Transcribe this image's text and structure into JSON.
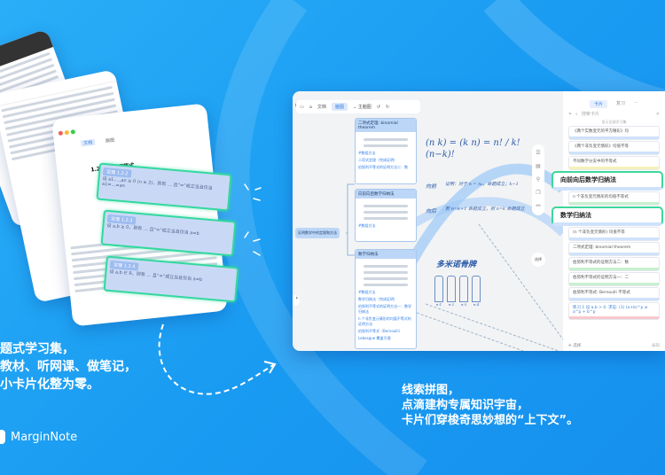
{
  "left_caption": {
    "lines": [
      "题式学习集，",
      "教材、听网课、做笔记，",
      "小卡片化整为零。"
    ]
  },
  "brand": {
    "name": "MarginNote"
  },
  "right_caption": {
    "lines": [
      "线索拼图，",
      "点滴建构专属知识宇宙，",
      "卡片们穿梭奇思妙想的“上下文”。"
    ]
  },
  "tablet": {
    "tabs": [
      "文档",
      "脑图"
    ],
    "section": "1.2.2  均值不等式",
    "highlights": [
      {
        "tag": "定理 1.2.2",
        "text": "设 a1,…,an ≥ 0 (n ≥ 2)，则有 … 且“=”成立当且仅当 a1=…=an"
      },
      {
        "tag": "定理 1.2.3",
        "text": "设 a,b ≥ 0，则有 … 且“=”成立当且仅当 a=b"
      },
      {
        "tag": "定理 1.2.4",
        "text": "设 a,b ∈ R，则有 … 且“=”成立当且仅当 a=b"
      }
    ]
  },
  "window": {
    "toolbar": {
      "doc": "文档",
      "mindmap": "脑图",
      "main_map": "主脑图"
    },
    "root_node": "证明数学中的定理和方法",
    "cards": [
      {
        "title": "二项式定理: binomial theorem",
        "links": [
          "#数组方法",
          "二项式定理（完成证明）",
          "伯努利不等式的证明方法二：数"
        ]
      },
      {
        "title": "向前向后数学归纳法",
        "links": [
          "#数组方法"
        ]
      },
      {
        "title": "数学归纳法",
        "links": [
          "#数组方法",
          "数学归纳法（完成证明）",
          "伯努利不等式的证明方法一：数学归纳法",
          "n 个非负变元情形的均值不等式的证明方法",
          "伯努利不等式（Bernoulli）",
          "Lebesgue 覆盖引理"
        ]
      }
    ],
    "handwriting": {
      "formula": "(n k) = (k n) = n! / k!(n−k)!",
      "label1": "向前",
      "label2": "证明：对于 n = n₀，命题成立；k−1",
      "label3": "向后",
      "label4": "若 n=k+1 命题成立，则 n=k 命题成立",
      "domino": "多米诺骨牌",
      "dominoes": [
        "n-1",
        "n-2",
        "n-3",
        "n-4"
      ]
    },
    "sidebar": {
      "tabs": [
        "卡片",
        "复习"
      ],
      "search_placeholder": "搜索卡片",
      "group": "显示全部学习集",
      "items": [
        {
          "text": "《两个实数变元的平方精彩》均",
          "color": "#cfe2fb"
        },
        {
          "text": "《两个非负变元情形》均值不等",
          "color": "#cfe2fb"
        },
        {
          "text": "不同数学分支中的不等式",
          "color": "#f6f1b9"
        },
        {
          "text": "n 个非负变元情形的均值不等式",
          "color": "#c9f0cf"
        }
      ],
      "items2": [
        {
          "text": "(n 个非负变元情形) 均值不等",
          "color": "#cfe2fb"
        },
        {
          "text": "二项式定理: binomial theorem",
          "color": "#cfe2fb"
        },
        {
          "text": "伯努利不等式的证明方法二：数",
          "color": "#c9f0cf"
        },
        {
          "text": "伯努利不等式的证明方法一：二",
          "color": "#c9f0cf"
        },
        {
          "text": "伯努利不等式: Bernoulli 不等式",
          "color": "#cfe2fb"
        },
        {
          "text": "练习 1 设 a,b > 0. 求证: (1) (a+b)^p ≥ a^p + b^p",
          "color": "#f7c8cc"
        }
      ],
      "highlight1": "向前向后数学归纳法",
      "highlight2": "数学归纳法",
      "select": "选择",
      "edit": "编辑",
      "rail_select": "选择"
    }
  }
}
